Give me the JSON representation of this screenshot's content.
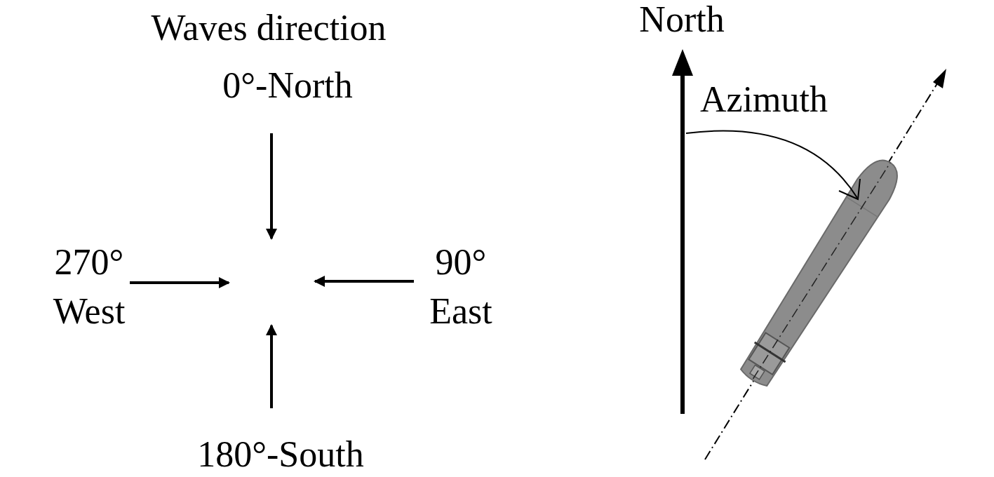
{
  "diagram": {
    "labels": [
      "Waves direction",
      "0°-North",
      "270°",
      "West",
      "90°",
      "East",
      "180°-South",
      "North",
      "Azimuth"
    ]
  }
}
